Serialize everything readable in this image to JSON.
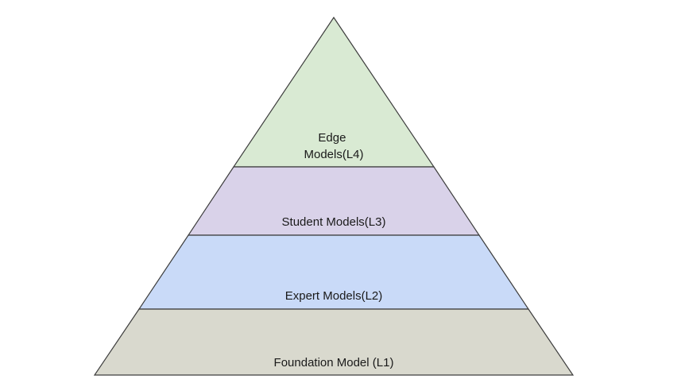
{
  "diagram": {
    "tiers": [
      {
        "level": "L4",
        "label_lines": [
          "Edge",
          "Models(L4)"
        ],
        "fill": "#d9ead3"
      },
      {
        "level": "L3",
        "label_lines": [
          "Student Models(L3)"
        ],
        "fill": "#d9d2e9"
      },
      {
        "level": "L2",
        "label_lines": [
          "Expert Models(L2)"
        ],
        "fill": "#c9daf8"
      },
      {
        "level": "L1",
        "label_lines": [
          "Foundation Model (L1)"
        ],
        "fill": "#d9d9ce"
      }
    ],
    "outline_color": "#3d3d3d"
  }
}
